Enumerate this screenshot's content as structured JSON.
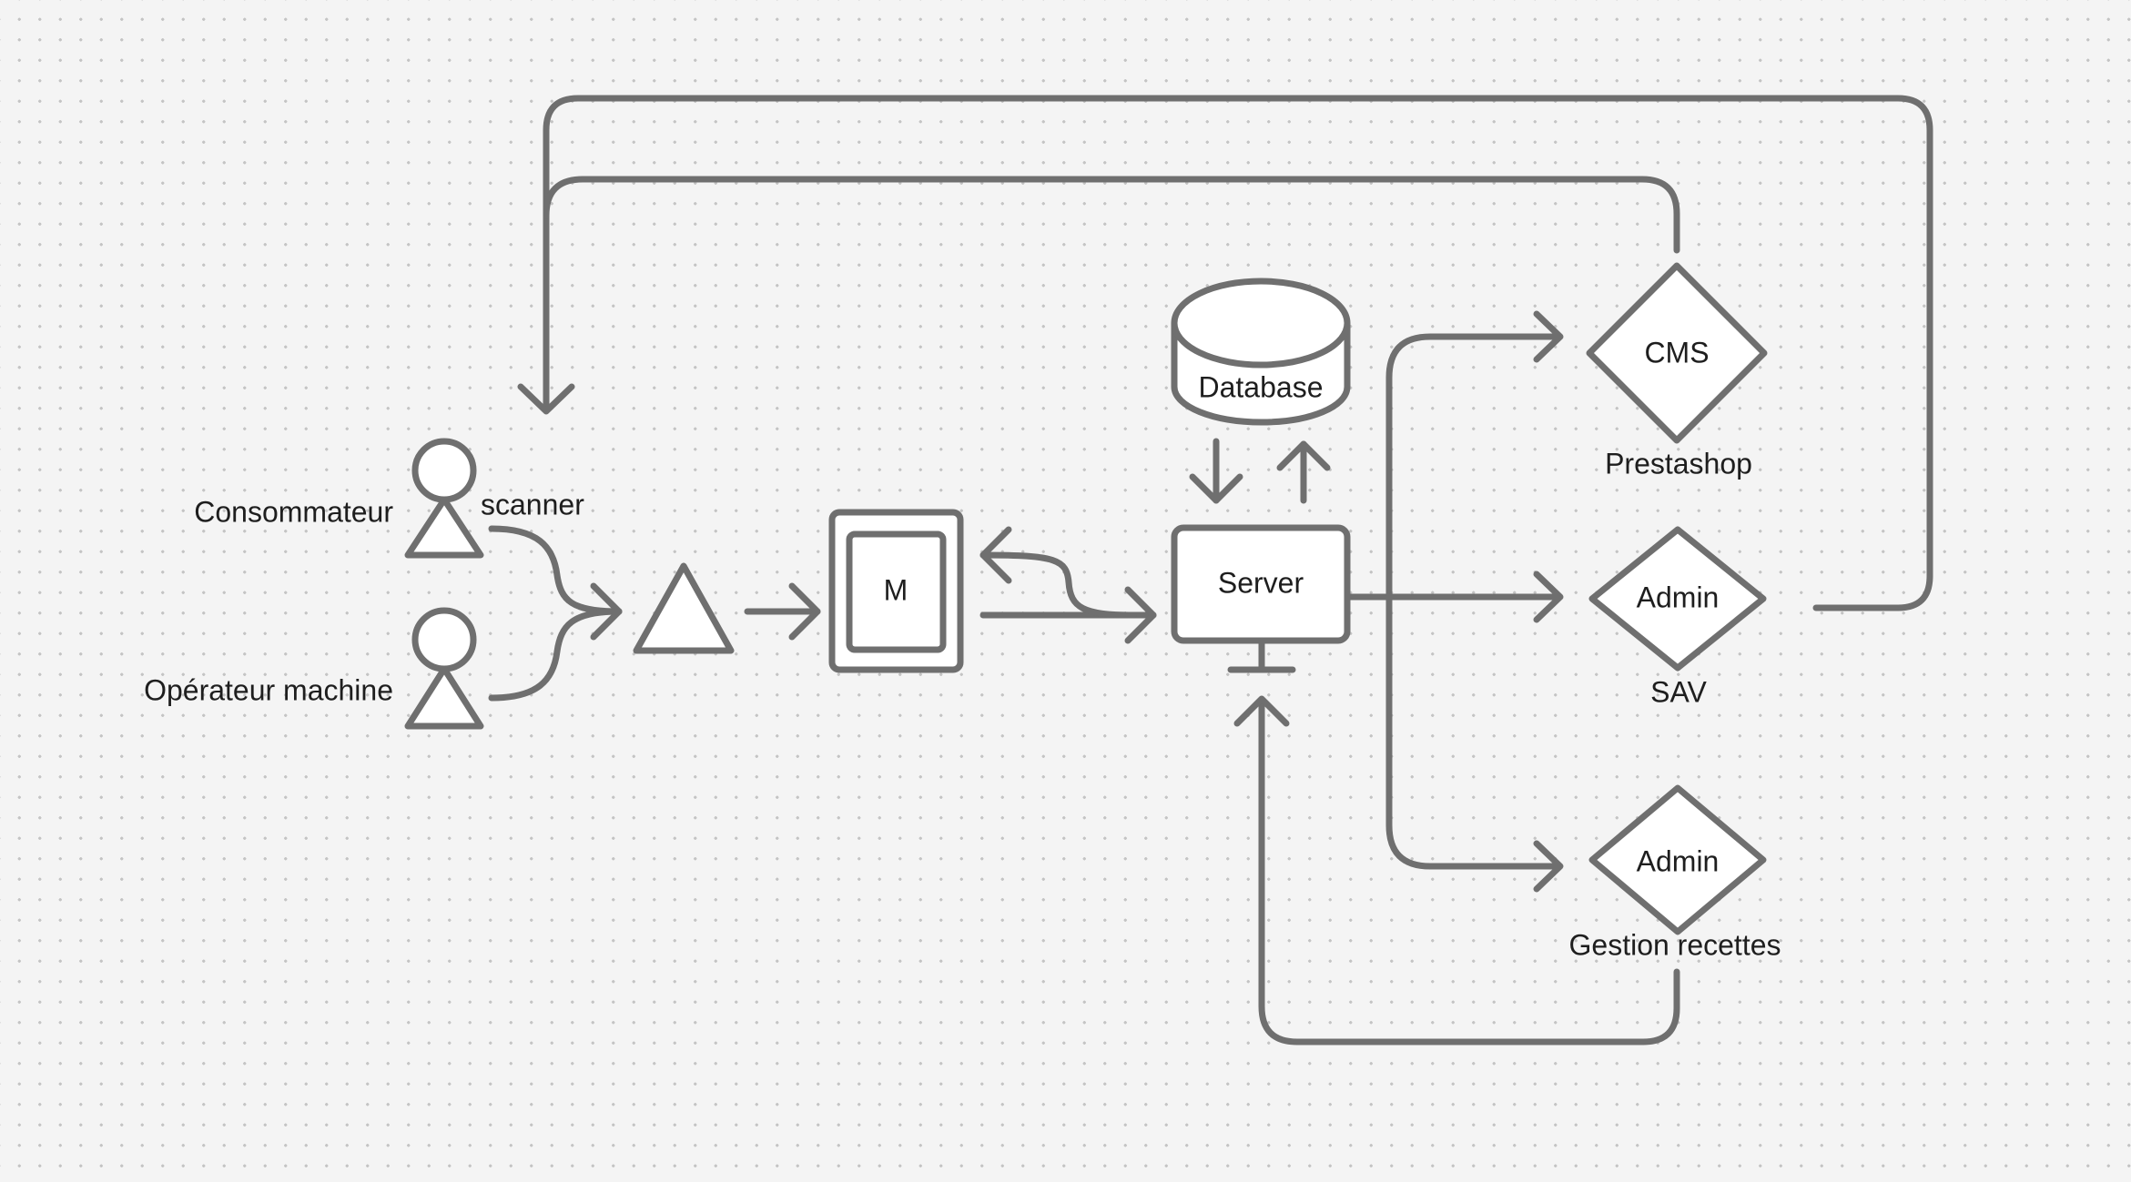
{
  "actors": {
    "consumer_label": "Consommateur",
    "operator_label": "Opérateur machine",
    "scanner_label": "scanner"
  },
  "nodes": {
    "machine_label": "M",
    "server_label": "Server",
    "database_label": "Database",
    "cms_label": "CMS",
    "cms_caption": "Prestashop",
    "admin_sav_label": "Admin",
    "admin_sav_caption": "SAV",
    "admin_recipes_label": "Admin",
    "admin_recipes_caption": "Gestion recettes"
  },
  "colors": {
    "background": "#f4f4f4",
    "stroke": "#6f6f6f",
    "node_fill": "#ffffff",
    "text": "#1e1e1e"
  }
}
